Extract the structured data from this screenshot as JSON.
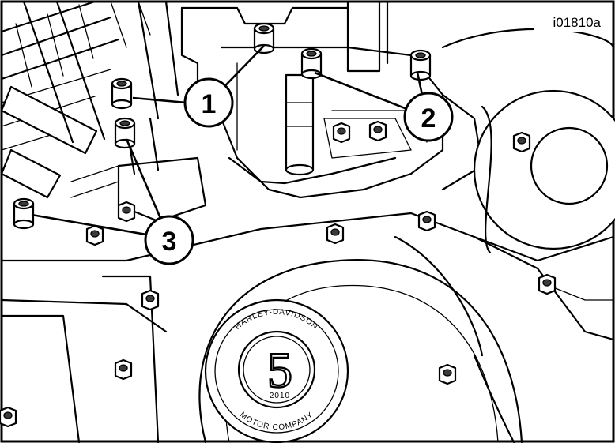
{
  "figure": {
    "id_label": "i01810a",
    "callouts": [
      "1",
      "2",
      "3"
    ],
    "badge": {
      "top_text": "HARLEY-DAVIDSON",
      "bottom_text": "MOTOR COMPANY",
      "center_number": "5",
      "center_small_text": "2010"
    }
  }
}
